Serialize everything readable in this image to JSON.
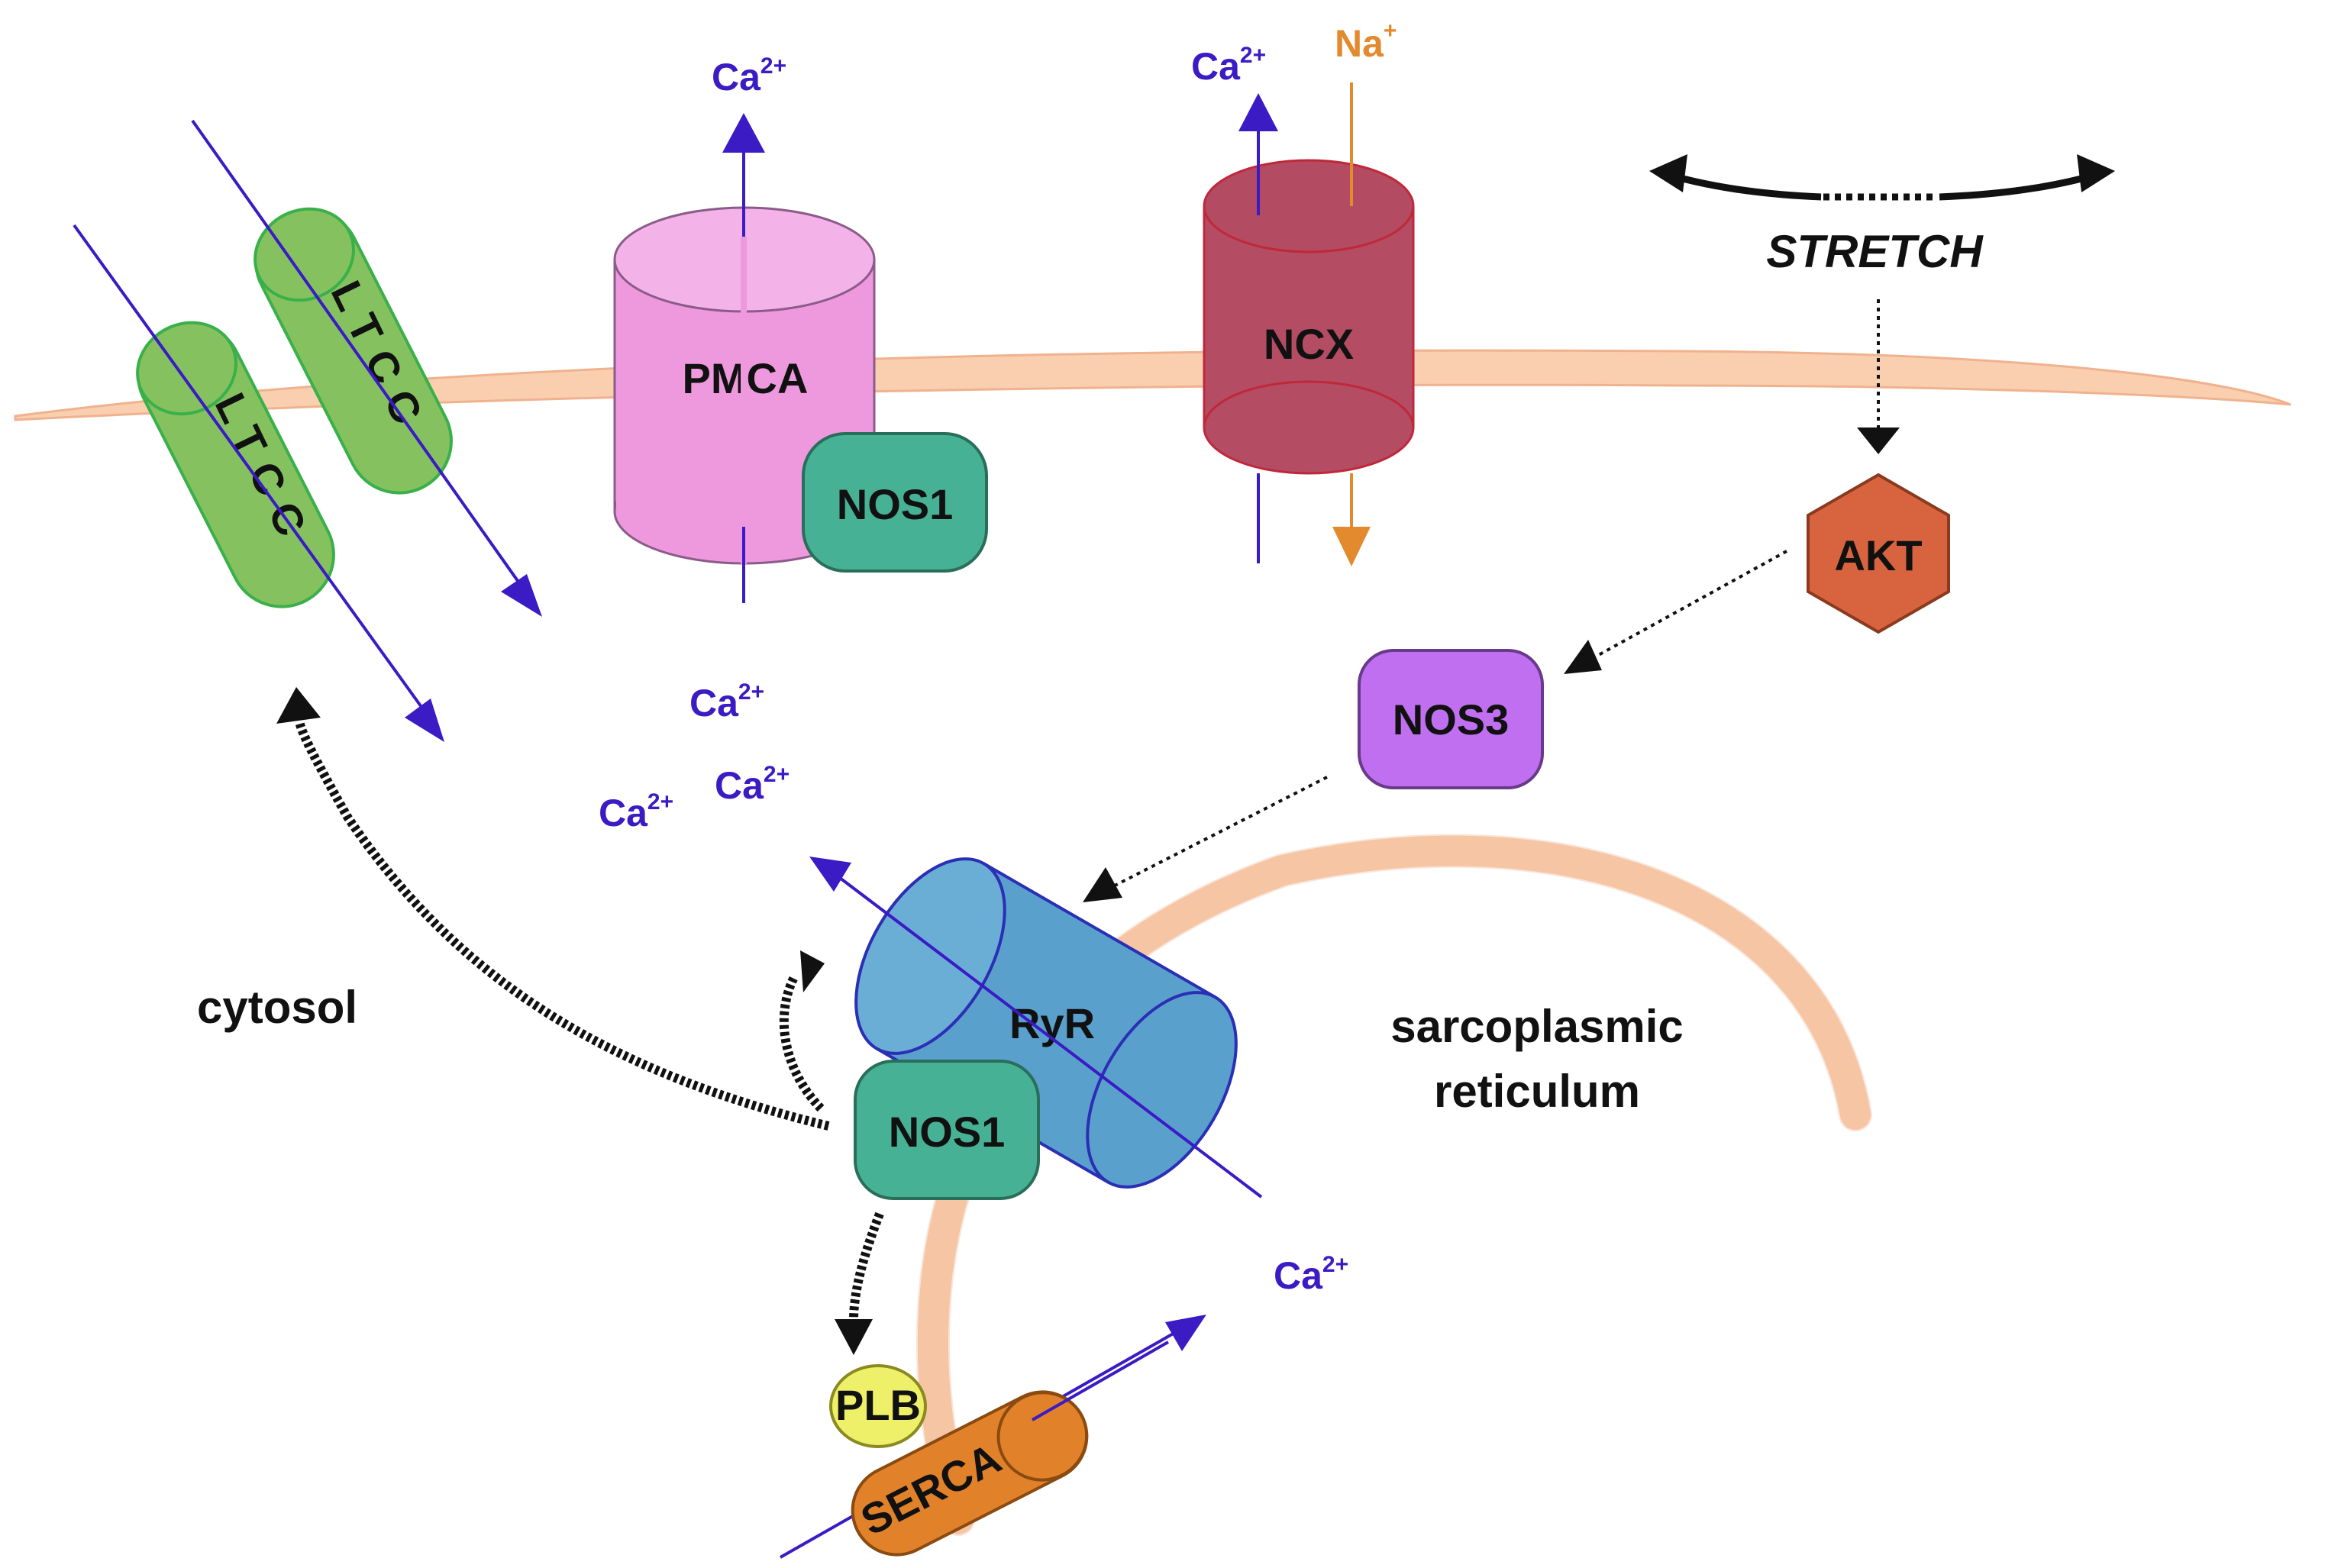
{
  "labels": {
    "ltcc_1": "LTCC",
    "ltcc_2": "LTCC",
    "pmca": "PMCA",
    "nos1_membrane": "NOS1",
    "ncx": "NCX",
    "stretch": "STRETCH",
    "akt": "AKT",
    "nos3": "NOS3",
    "ryr": "RyR",
    "nos1_sr": "NOS1",
    "plb": "PLB",
    "serca": "SERCA",
    "cytosol": "cytosol",
    "sr_line1": "sarcoplasmic",
    "sr_line2": "reticulum"
  },
  "ions": {
    "ca_base": "Ca",
    "ca_charge": "2+",
    "na_base": "Na",
    "na_charge": "+"
  },
  "colors": {
    "membrane": "#f9cfb0",
    "ca_arrow": "#3a1bc4",
    "na_arrow": "#e38a2e",
    "ltcc": "#86c160",
    "pmca": "#ee99de",
    "ncx": "#b44c63",
    "nos1": "#46b195",
    "nos3": "#bf6ff0",
    "akt": "#d8643f",
    "ryr": "#5aa0cd",
    "plb": "#eef06a",
    "serca": "#e1822b"
  }
}
